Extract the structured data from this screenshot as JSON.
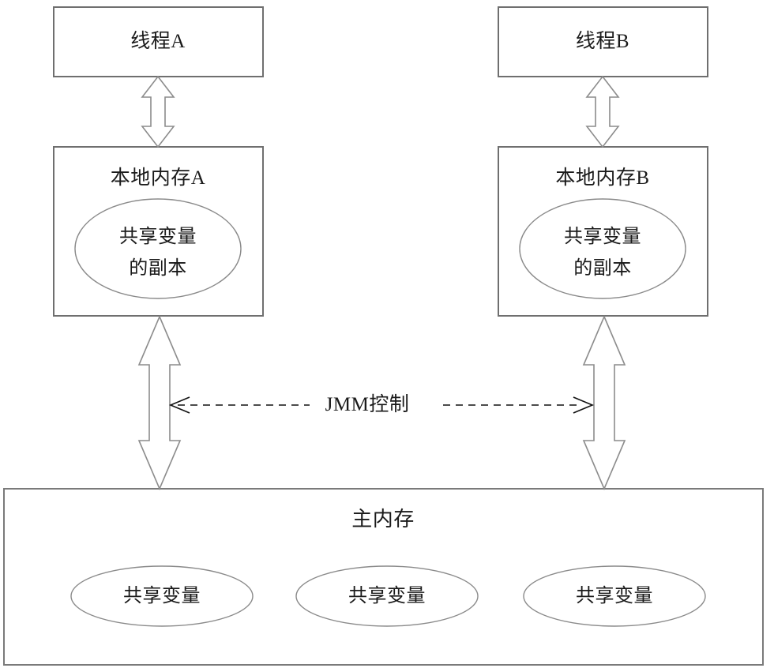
{
  "diagram": {
    "title_semantics": "Java Memory Model (JMM) abstract structure diagram",
    "colors": {
      "background": "#ffffff",
      "box_stroke": "#6f6f6f",
      "ellipse_stroke": "#8a8a8a",
      "arrow_stroke": "#8c8c8c",
      "dashed_stroke": "#111111",
      "text": "#1a1a1a"
    },
    "threads": [
      {
        "id": "thread-a",
        "label": "线程A"
      },
      {
        "id": "thread-b",
        "label": "线程B"
      }
    ],
    "local_memories": [
      {
        "id": "local-memory-a",
        "label": "本地内存A",
        "copy_line1": "共享变量",
        "copy_line2": "的副本"
      },
      {
        "id": "local-memory-b",
        "label": "本地内存B",
        "copy_line1": "共享变量",
        "copy_line2": "的副本"
      }
    ],
    "control": {
      "label": "JMM控制"
    },
    "main_memory": {
      "label": "主内存",
      "variables": [
        {
          "id": "shared-variable-1",
          "label": "共享变量"
        },
        {
          "id": "shared-variable-2",
          "label": "共享变量"
        },
        {
          "id": "shared-variable-3",
          "label": "共享变量"
        }
      ]
    },
    "connectors": [
      {
        "id": "thread-a-to-local-a",
        "style": "double-headed-hollow-arrow"
      },
      {
        "id": "thread-b-to-local-b",
        "style": "double-headed-hollow-arrow"
      },
      {
        "id": "local-a-to-main",
        "style": "double-headed-hollow-arrow"
      },
      {
        "id": "local-b-to-main",
        "style": "double-headed-hollow-arrow"
      },
      {
        "id": "jmm-control-left",
        "style": "dashed-arrow-left"
      },
      {
        "id": "jmm-control-right",
        "style": "dashed-arrow-right"
      }
    ]
  }
}
